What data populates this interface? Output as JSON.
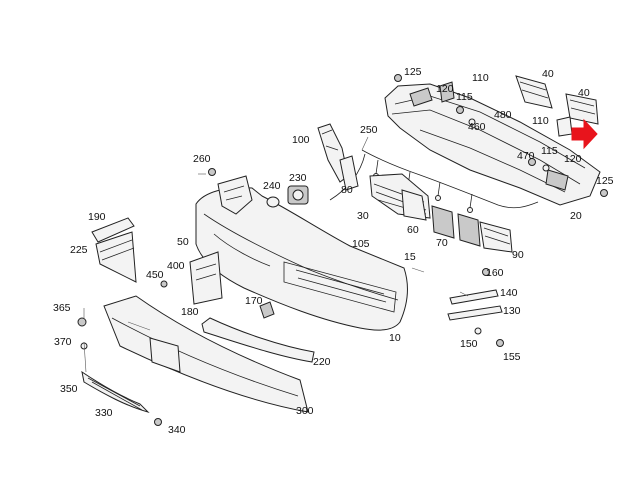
{
  "diagram": {
    "colors": {
      "line": "#222222",
      "fill": "#f3f3f3",
      "shade": "#c9c9c9",
      "arrow": "#e8141c"
    },
    "labels": [
      "125",
      "40",
      "110",
      "120",
      "115",
      "480",
      "460",
      "40",
      "110",
      "250",
      "100",
      "115",
      "470",
      "120",
      "125",
      "260",
      "240",
      "230",
      "80",
      "20",
      "190",
      "225",
      "30",
      "60",
      "70",
      "90",
      "50",
      "105",
      "15",
      "400",
      "450",
      "170",
      "160",
      "140",
      "365",
      "180",
      "130",
      "370",
      "150",
      "155",
      "220",
      "10",
      "350",
      "330",
      "340",
      "300"
    ],
    "callouts": [
      {
        "id": "arrow",
        "icon": "red-arrow-icon"
      }
    ]
  }
}
